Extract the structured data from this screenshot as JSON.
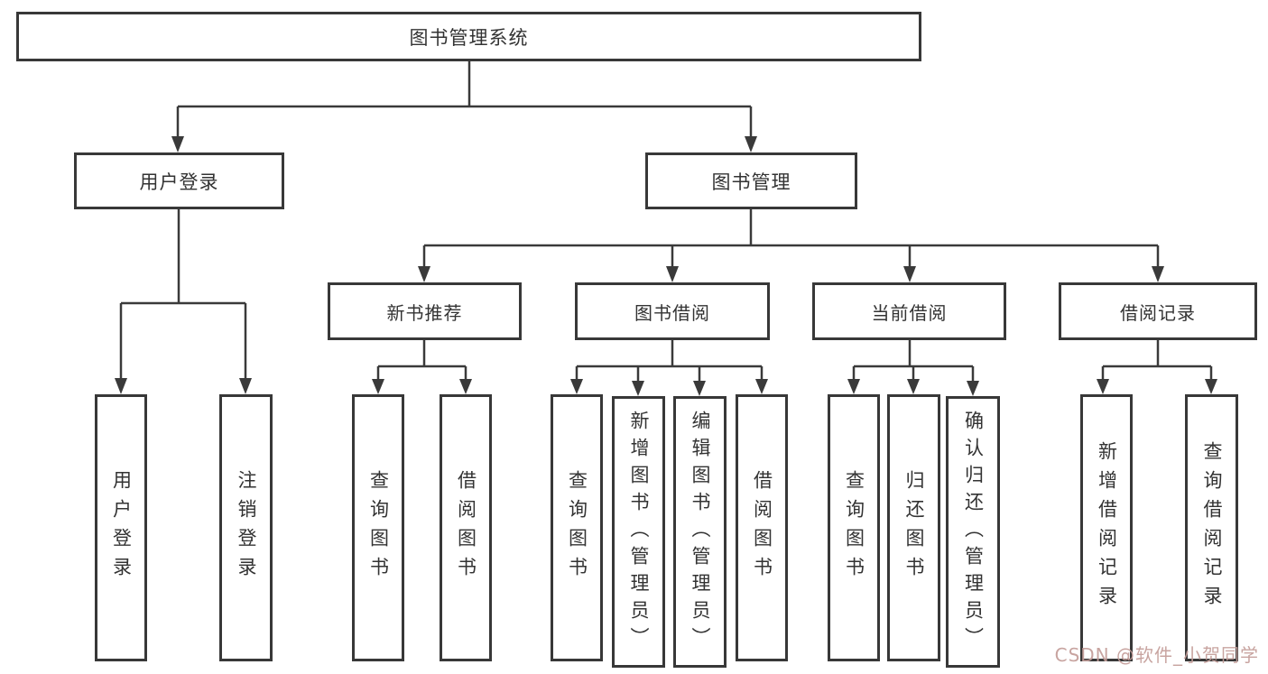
{
  "tree": {
    "root": {
      "label": "图书管理系统"
    },
    "branches": [
      {
        "label": "用户登录",
        "children": [
          {
            "label": "用户登录"
          },
          {
            "label": "注销登录"
          }
        ]
      },
      {
        "label": "图书管理",
        "children": [
          {
            "label": "新书推荐",
            "children": [
              {
                "label": "查询图书"
              },
              {
                "label": "借阅图书"
              }
            ]
          },
          {
            "label": "图书借阅",
            "children": [
              {
                "label": "查询图书"
              },
              {
                "label": "新增图书（管理员）"
              },
              {
                "label": "编辑图书（管理员）"
              },
              {
                "label": "借阅图书"
              }
            ]
          },
          {
            "label": "当前借阅",
            "children": [
              {
                "label": "查询图书"
              },
              {
                "label": "归还图书"
              },
              {
                "label": "确认归还（管理员）"
              }
            ]
          },
          {
            "label": "借阅记录",
            "children": [
              {
                "label": "新增借阅记录"
              },
              {
                "label": "查询借阅记录"
              }
            ]
          }
        ]
      }
    ]
  },
  "watermark": {
    "text": "CSDN @软件_小贺同学"
  },
  "colors": {
    "line": "#3a3a3a",
    "box_border": "#383838",
    "text": "#333333",
    "watermark": "#c49d99"
  }
}
